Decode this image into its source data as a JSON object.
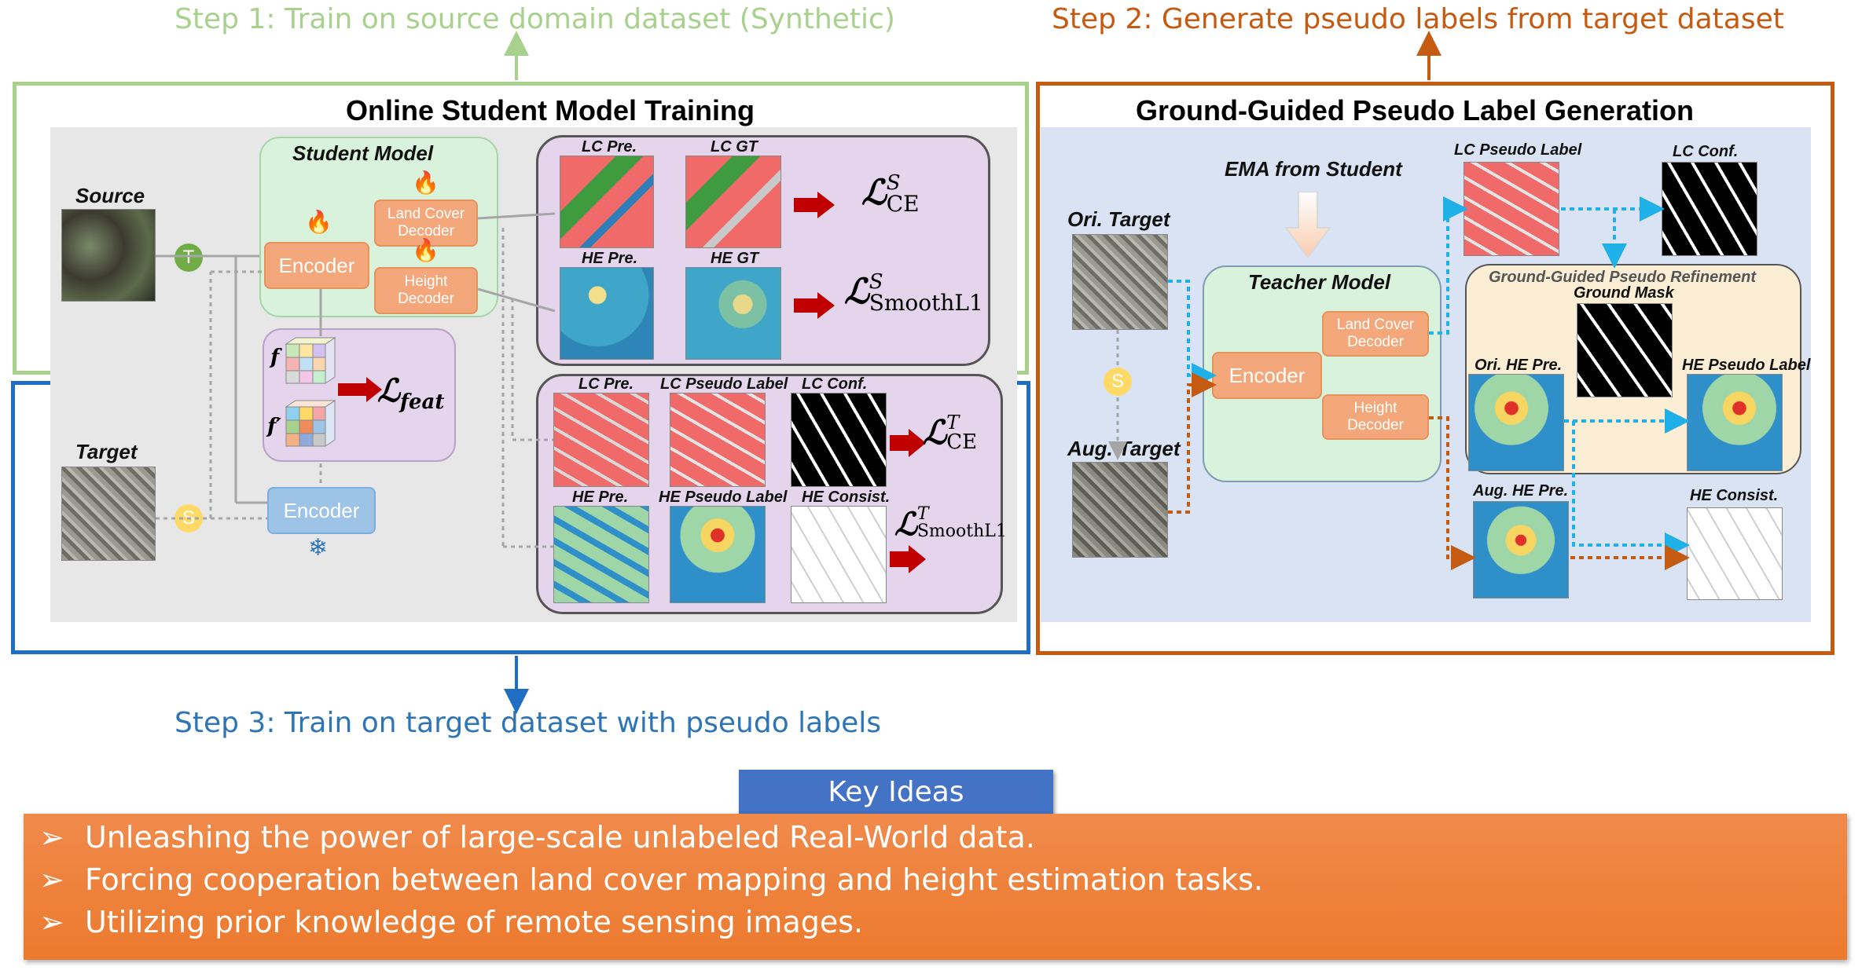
{
  "steps": {
    "step1": "Step 1: Train on source domain dataset (Synthetic)",
    "step2": "Step 2: Generate pseudo labels from target dataset",
    "step3": "Step 3: Train on target dataset with pseudo labels"
  },
  "left": {
    "title": "Online Student Model Training",
    "source_label": "Source",
    "target_label": "Target",
    "student_model": "Student Model",
    "encoder": "Encoder",
    "lc_decoder": "Land Cover Decoder",
    "height_decoder": "Height Decoder",
    "frozen_encoder": "Encoder",
    "t_badge": "T",
    "s_badge": "S",
    "feat_f": "f",
    "feat_fp": "f′",
    "top_panel": {
      "lc_pre": "LC Pre.",
      "lc_gt": "LC GT",
      "he_pre": "HE Pre.",
      "he_gt": "HE GT"
    },
    "bottom_panel": {
      "lc_pre": "LC Pre.",
      "lc_pseudo": "LC Pseudo Label",
      "lc_conf": "LC Conf.",
      "he_pre": "HE Pre.",
      "he_pseudo": "HE Pseudo Label",
      "he_consist": "HE Consist."
    },
    "losses": {
      "ce_main": "ℒ",
      "ce_sup": "S",
      "ce_sub": "CE",
      "sl1_sup": "S",
      "sl1_sub": "SmoothL1",
      "feat_sub": "feat",
      "ce_t_sup": "T",
      "ce_t_sub": "CE",
      "sl1_t_sup": "T",
      "sl1_t_sub": "SmoothL1"
    }
  },
  "right": {
    "title": "Ground-Guided Pseudo Label Generation",
    "ema": "EMA from Student",
    "ori_target": "Ori. Target",
    "aug_target": "Aug. Target",
    "s_badge": "S",
    "teacher_model": "Teacher Model",
    "encoder": "Encoder",
    "lc_decoder": "Land Cover Decoder",
    "height_decoder": "Height Decoder",
    "lc_pseudo": "LC Pseudo Label",
    "lc_conf": "LC Conf.",
    "refinement": "Ground-Guided Pseudo Refinement",
    "ground_mask": "Ground Mask",
    "ori_he_pre": "Ori. HE Pre.",
    "he_pseudo": "HE Pseudo Label",
    "aug_he_pre": "Aug. HE Pre.",
    "he_consist": "HE Consist."
  },
  "key": {
    "title": "Key Ideas",
    "items": [
      "Unleashing the power of large-scale unlabeled Real-World data.",
      "Forcing cooperation between land cover mapping and height estimation tasks.",
      "Utilizing prior knowledge of remote sensing images."
    ]
  },
  "colors": {
    "step1": "#a9d18e",
    "step2": "#c55a11",
    "step3": "#2e75b6",
    "green_frame": "#a9d18e",
    "blue_frame": "#1f6ec4",
    "orange_frame": "#c55a11",
    "key_title_bg": "#4472c4",
    "key_box_bg": "#ed7d31"
  }
}
